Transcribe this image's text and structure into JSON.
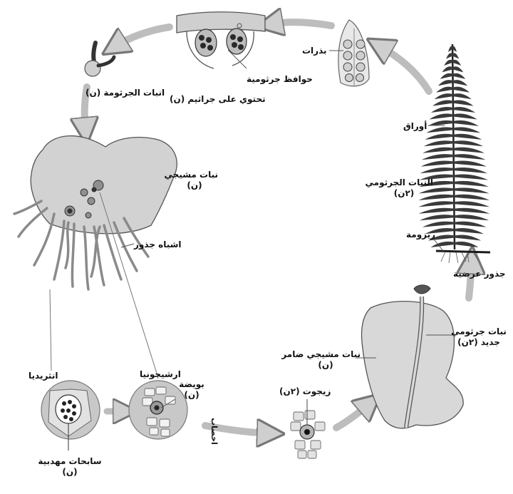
{
  "labels": {
    "spores": "بذرات",
    "sporangia": "حوافظ جرثومية",
    "contain_spores": "تحتوي على جراثيم (ن)",
    "spore_germination": "انبات الجرثومة (ن)",
    "fronds": "أوراق",
    "sporophyte_l1": "النبات الجرثومي",
    "sporophyte_l2": "(٢ن)",
    "rhizome": "ريزومة",
    "adventitious_roots": "جذور عرضية",
    "gametophyte_l1": "نبات مشيجي",
    "gametophyte_l2": "(ن)",
    "rhizoids": "اشباه جذور",
    "antheridia": "انثريديا",
    "archegonia": "ارشيجونيا",
    "egg_l1": "بويضة",
    "egg_l2": "(ن)",
    "sperm_l1": "سابحات مهدبية",
    "sperm_l2": "(ن)",
    "fertilization": "اخصاب",
    "zygote": "زيجوت (٢ن)",
    "mature_gametophyte_l1": "نبات مشيجي ضامر",
    "mature_gametophyte_l2": "(ن)",
    "new_sporophyte_l1": "نبات جرثومي",
    "new_sporophyte_l2": "جديد (٢ن)"
  },
  "colors": {
    "tissue": "#c9c9c9",
    "outline": "#555555",
    "arrow_fill": "#dcdcdc",
    "dark": "#2a2a2a"
  }
}
